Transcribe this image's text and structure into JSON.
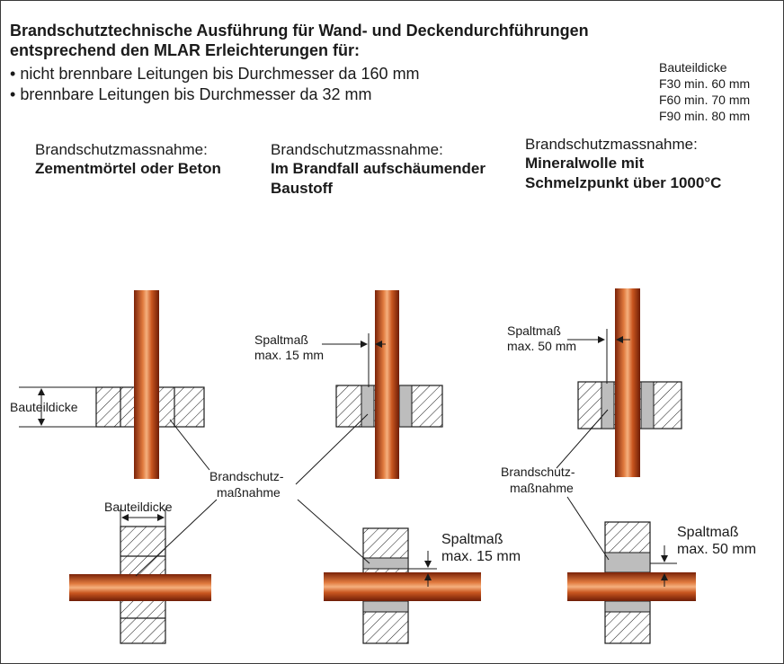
{
  "heading": {
    "line1": "Brandschutztechnische Ausführung für Wand- und Deckendurchführungen",
    "line2": "entsprechend den MLAR  Erleichterungen für:",
    "bullets": [
      "nicht brennbare Leitungen bis Durchmesser da 160 mm",
      "brennbare Leitungen bis Durchmesser da 32 mm"
    ]
  },
  "thickness_table": {
    "title": "Bauteildicke",
    "rows": [
      "F30 min. 60 mm",
      "F60 min. 70 mm",
      "F90 min. 80 mm"
    ]
  },
  "columns": [
    {
      "heading": "Brandschutzmassnahme:",
      "measure_line1": "Zementmörtel oder Beton",
      "measure_line2": ""
    },
    {
      "heading": "Brandschutzmassnahme:",
      "measure_line1": "Im Brandfall aufschäumender",
      "measure_line2": "Baustoff"
    },
    {
      "heading": "Brandschutzmassnahme:",
      "measure_line1": "Mineralwolle mit",
      "measure_line2": "Schmelzpunkt über 1000°C"
    }
  ],
  "labels": {
    "bauteildicke_wall": "Bauteildicke",
    "bauteildicke_floor": "Bauteildicke",
    "brandschutz_1_line1": "Brandschutz-",
    "brandschutz_1_line2": "maßnahme",
    "brandschutz_2_line1": "Brandschutz-",
    "brandschutz_2_line2": "maßnahme",
    "spalt_2_top_line1": "Spaltmaß",
    "spalt_2_top_line2": "max. 15 mm",
    "spalt_3_top_line1": "Spaltmaß",
    "spalt_3_top_line2": "max. 50 mm",
    "spalt_2_bottom_line1": "Spaltmaß",
    "spalt_2_bottom_line2": "max. 15 mm",
    "spalt_3_bottom_line1": "Spaltmaß",
    "spalt_3_bottom_line2": "max. 50 mm"
  },
  "colors": {
    "pipe_edge": "#8a2a0c",
    "pipe_mid": "#d9622a",
    "pipe_highlight": "#f2a476",
    "intumescent": "#bdbdbd",
    "outline": "#1a1a1a"
  }
}
